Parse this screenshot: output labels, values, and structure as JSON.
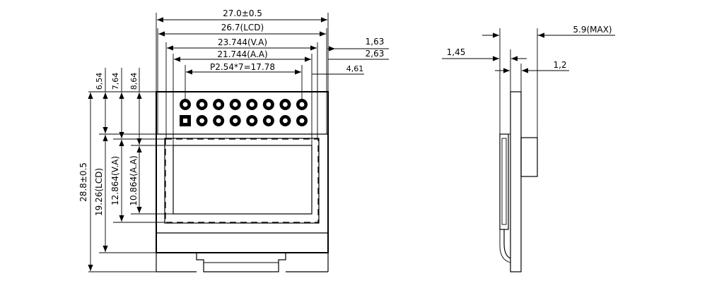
{
  "front_view": {
    "dims": {
      "overall_width": "27.0±0.5",
      "lcd_width": "26.7(LCD)",
      "va_width": "23.744(V.A)",
      "aa_width": "21.744(A.A)",
      "pitch": "P2.54*7=17.78",
      "right_1": "1,63",
      "right_2": "2,63",
      "right_3": "4,61",
      "top_1": "6,54",
      "top_2": "7,64",
      "top_3": "8,64",
      "overall_height": "28.8±0.5",
      "lcd_height": "19.26(LCD)",
      "va_height": "12.864(V.A)",
      "aa_height": "10.864(A.A)"
    },
    "pins_per_row": 8
  },
  "side_view": {
    "dims": {
      "max_thickness": "5.9(MAX)",
      "left_gap": "1,45",
      "board": "1,2"
    }
  }
}
